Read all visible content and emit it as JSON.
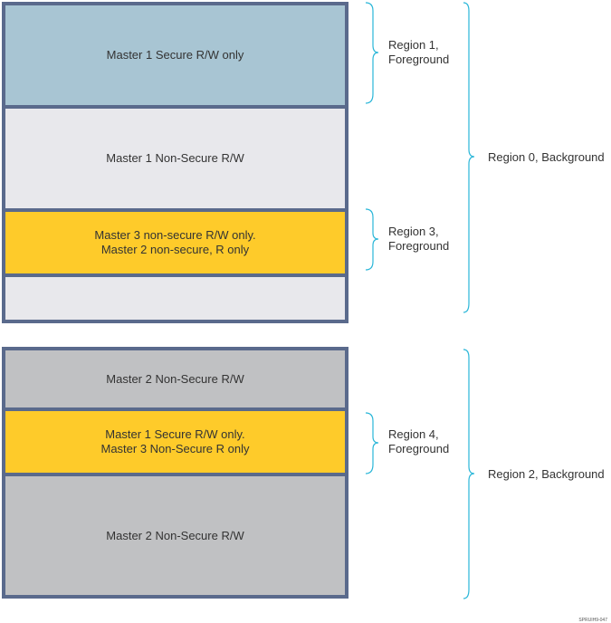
{
  "block_top": {
    "segments": [
      {
        "text": "Master 1 Secure R/W only"
      },
      {
        "text": "Master 1 Non-Secure R/W"
      },
      {
        "text": "Master 3 non-secure R/W only.\nMaster 2 non-secure, R only"
      },
      {
        "text": ""
      }
    ]
  },
  "block_bottom": {
    "segments": [
      {
        "text": "Master 2 Non-Secure R/W"
      },
      {
        "text": "Master 1 Secure R/W only.\nMaster 3 Non-Secure R only"
      },
      {
        "text": "Master 2 Non-Secure R/W"
      }
    ]
  },
  "labels": {
    "region1": "Region 1,\nForeground",
    "region0": "Region 0, Background",
    "region3": "Region 3,\nForeground",
    "region4": "Region 4,\nForeground",
    "region2": "Region 2, Background"
  },
  "colors": {
    "border": "#5a6a8c",
    "secure_blue": "#a8c5d3",
    "light_gray": "#e8e8ec",
    "yellow": "#fecb2a",
    "gray": "#c0c1c3",
    "brace": "#29b6d8"
  },
  "footer": {
    "figure_id": "SPRUIH9-047"
  }
}
